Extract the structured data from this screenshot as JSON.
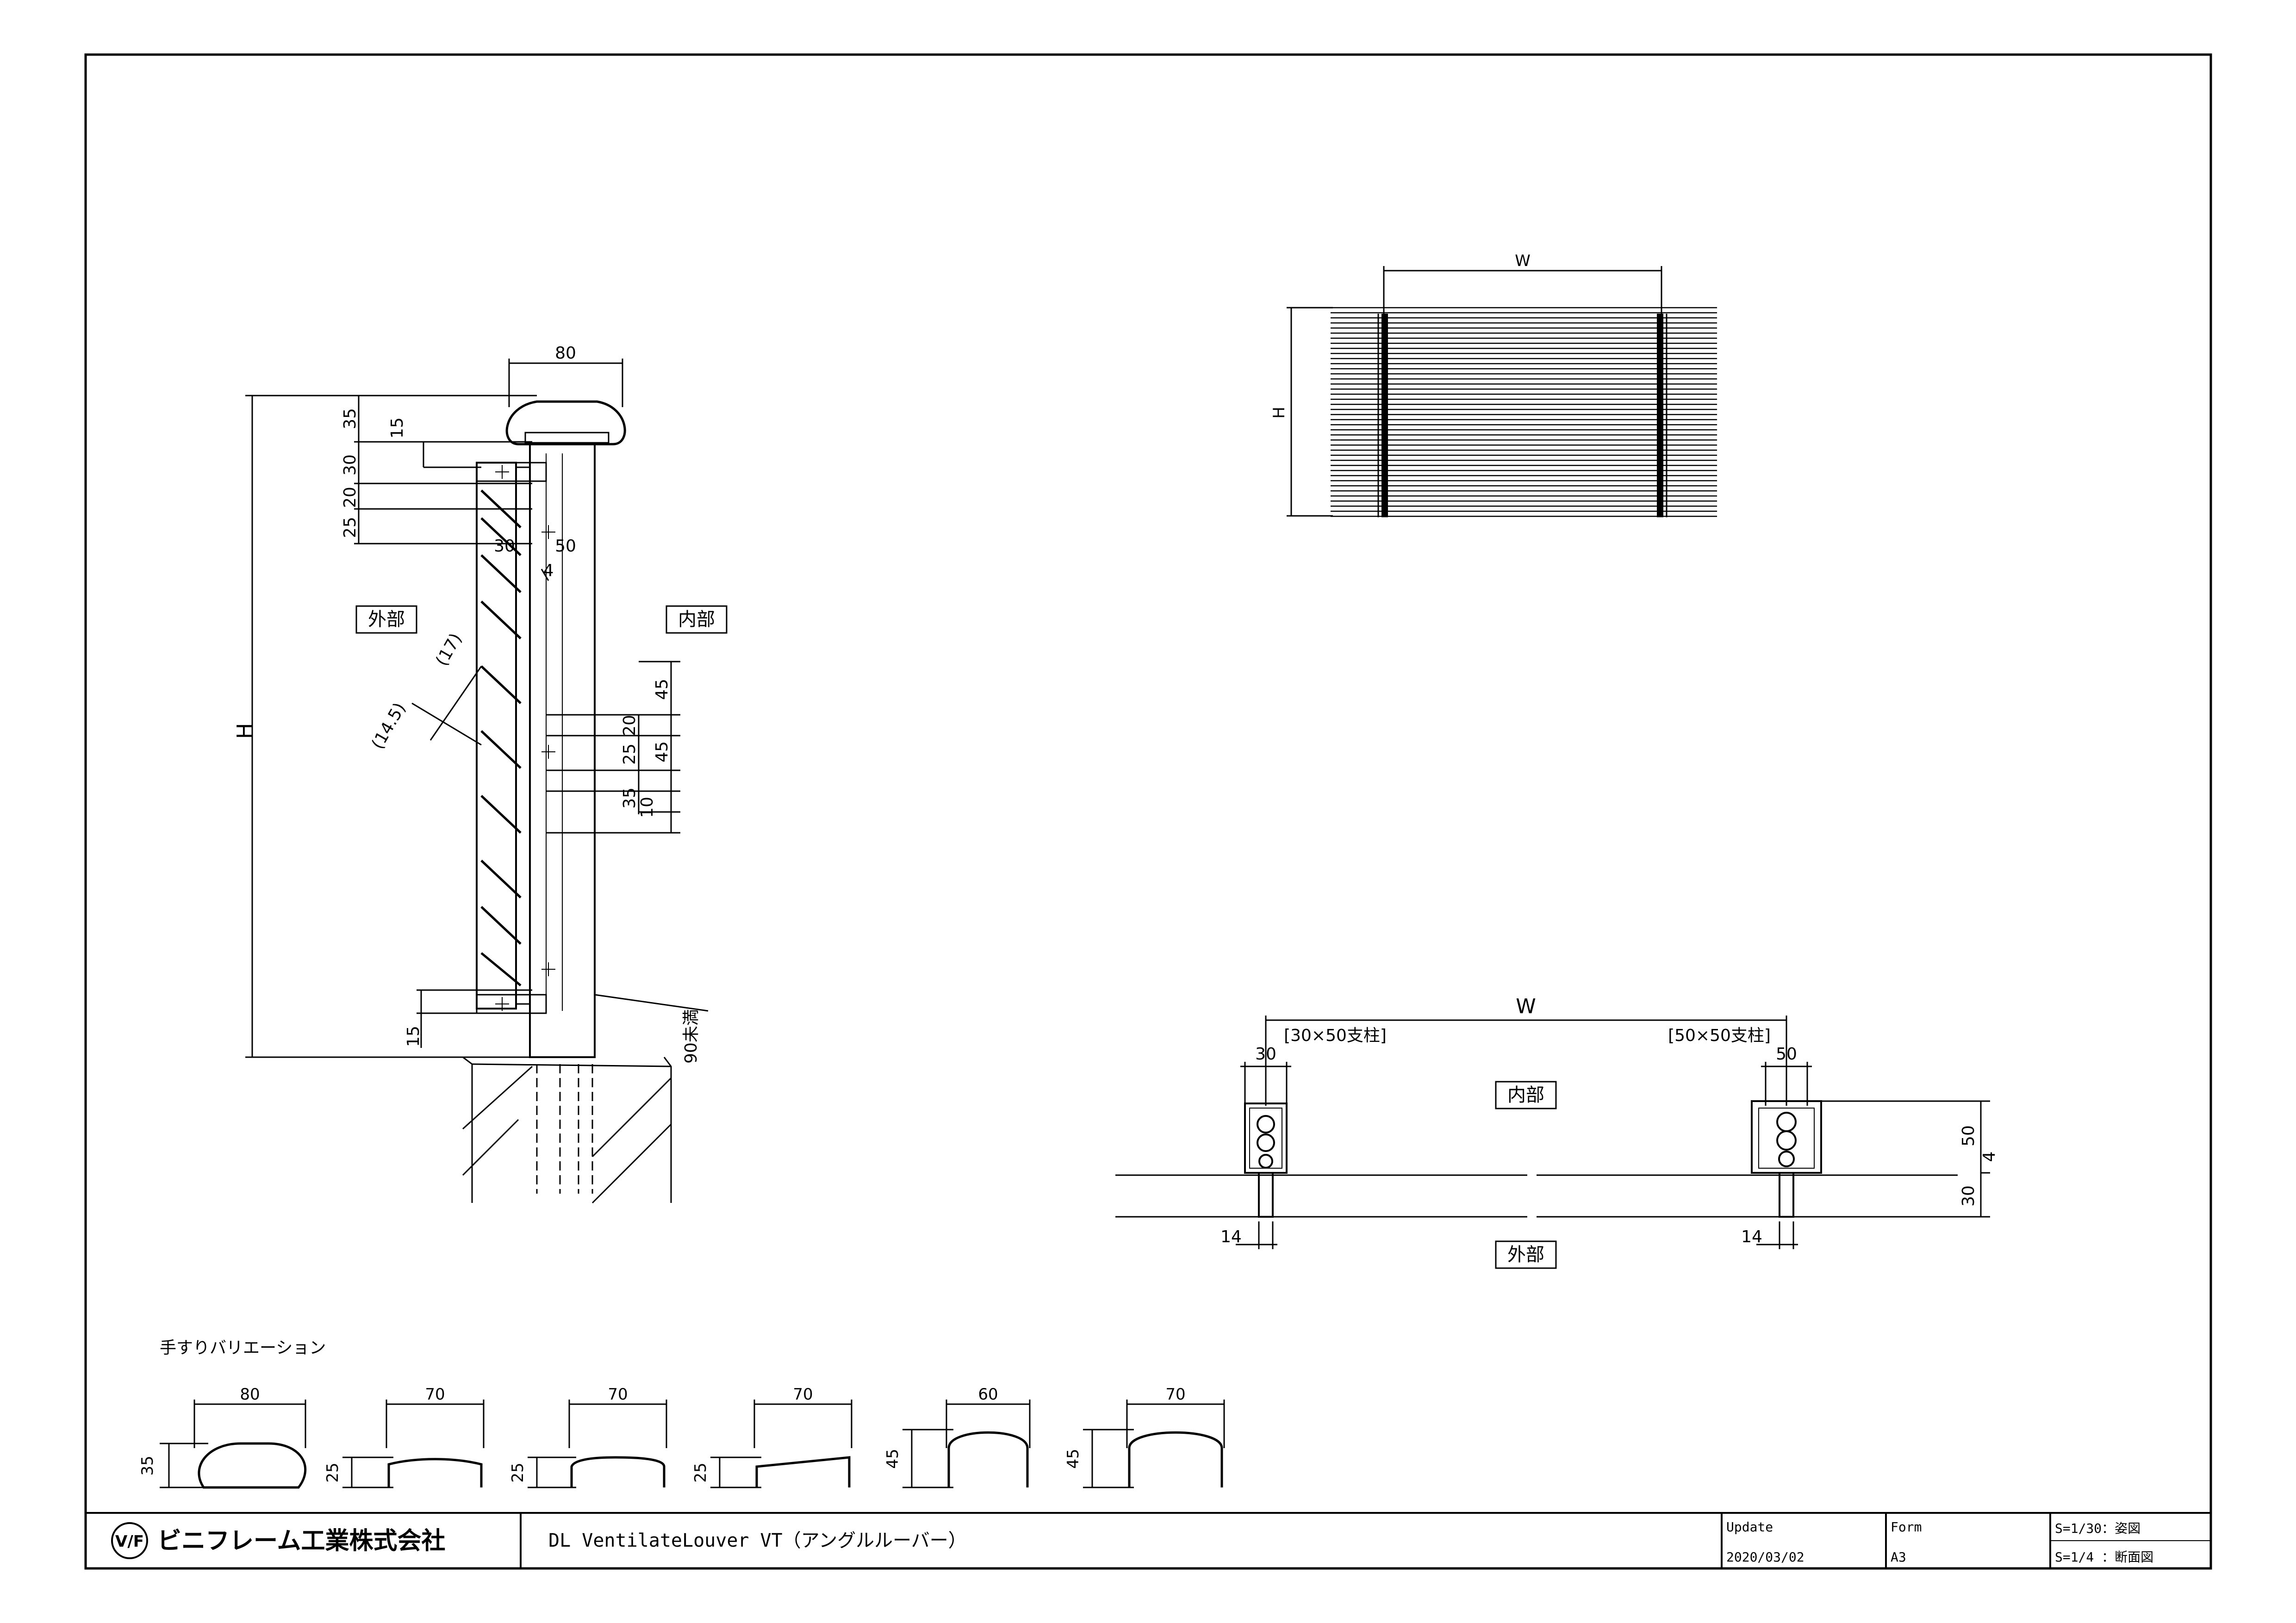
{
  "side_view": {
    "dims": {
      "top_width": "80",
      "height": "H",
      "d35": "35",
      "d15a": "15",
      "d30": "30",
      "d20": "20",
      "d25": "25",
      "d30b": "30",
      "d50": "50",
      "d4": "4",
      "d17": "(17)",
      "d14_5": "(14.5)",
      "r45a": "45",
      "r20": "20",
      "r25": "25",
      "r45b": "45",
      "r35": "35",
      "r10": "10",
      "d15b": "15",
      "under90": "90未満"
    },
    "label_outside": "外部",
    "label_inside": "内部"
  },
  "front_view": {
    "width": "W",
    "height": "H"
  },
  "plan_view": {
    "width": "W",
    "left_post": "[30×50支柱]",
    "right_post": "[50×50支柱]",
    "left_post_w": "30",
    "right_post_w": "50",
    "inside": "内部",
    "outside": "外部",
    "right_h": "50",
    "right_gap": "4",
    "right_depth": "30",
    "left_foot": "14",
    "right_foot": "14"
  },
  "handrails": {
    "title": "手すりバリエーション",
    "items": [
      {
        "w": "80",
        "h": "35"
      },
      {
        "w": "70",
        "h": "25"
      },
      {
        "w": "70",
        "h": "25"
      },
      {
        "w": "70",
        "h": "25"
      },
      {
        "w": "60",
        "h": "45"
      },
      {
        "w": "70",
        "h": "45"
      }
    ]
  },
  "title_block": {
    "company": "ビニフレーム工業株式会社",
    "logo_mark": "V/F",
    "title": "DL VentilateLouver VT（アングルルーバー）",
    "update_label": "Update",
    "update_value": "2020/03/02",
    "form_label": "Form",
    "form_value": "A3",
    "scale_1": "S=1/30：姿図",
    "scale_2": "S=1/4 ：断面図"
  }
}
